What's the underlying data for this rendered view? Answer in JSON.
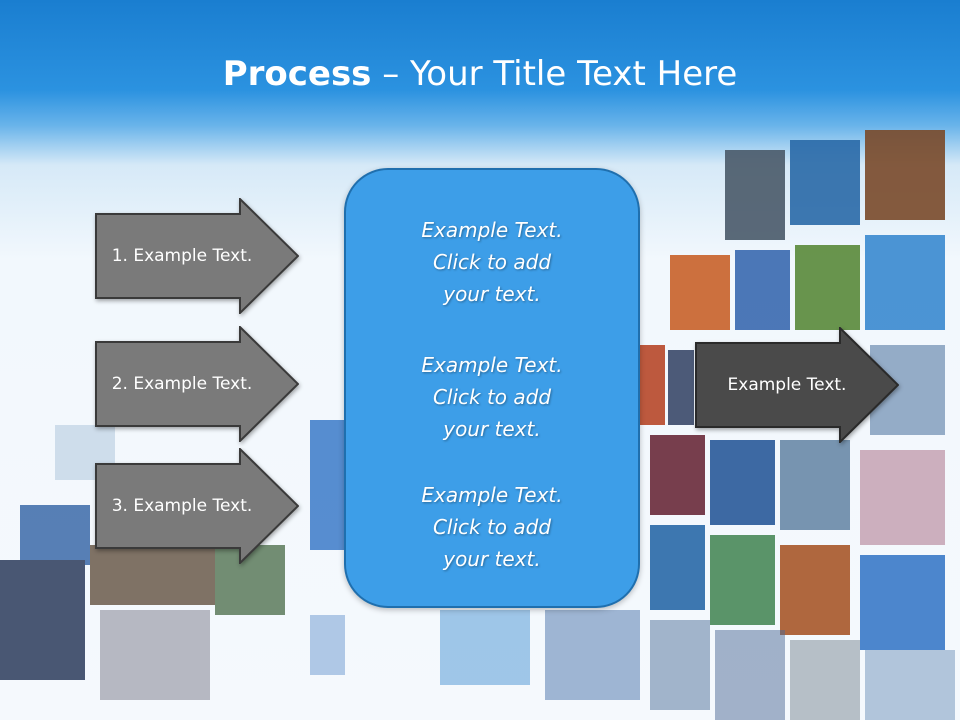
{
  "slide": {
    "title_bold": "Process",
    "title_rest": " – Your Title Text Here",
    "left_steps": [
      {
        "label": "1. Example Text."
      },
      {
        "label": "2. Example Text."
      },
      {
        "label": "3. Example Text."
      }
    ],
    "center_items": [
      {
        "text": "Example Text.\nClick  to add\nyour text."
      },
      {
        "text": "Example Text.\nClick  to add\nyour text."
      },
      {
        "text": "Example Text.\nClick  to add\nyour text."
      }
    ],
    "result": {
      "label": "Example Text."
    }
  },
  "colors": {
    "header_blue": "#1a7ed0",
    "left_arrow_fill": "#7a7a7a",
    "right_arrow_fill": "#4a4a4a",
    "center_fill": "#3d9ee8"
  }
}
